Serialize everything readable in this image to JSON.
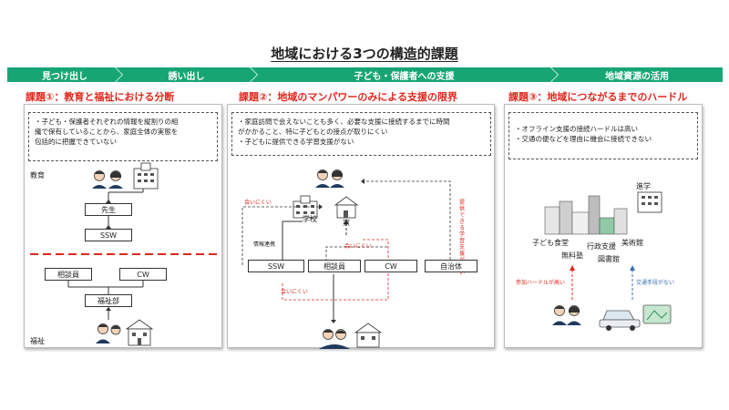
{
  "title": "地域における3つの構造的課題",
  "stages": [
    "見つけ出し",
    "誘い出し",
    "子ども・保護者への支援",
    "地域資源の活用"
  ],
  "issues": [
    "課題①：教育と福祉における分断",
    "課題②：地域のマンパワーのみによる支援の限界",
    "課題③：地域につながるまでのハードル"
  ],
  "notes": {
    "p1": [
      "・子ども・保護者それぞれの情報を縦割りの組",
      "織で保有していることから、家庭全体の実態を",
      "包括的に把握できていない"
    ],
    "p2": [
      "・家庭訪問で会えないことも多く、必要な支援に接続するまでに時間",
      "がかかること、特に子どもとの接点が取りにくい",
      "・子どもに提供できる学習支援がない"
    ],
    "p3": [
      "・オフライン支援の接続ハードルは高い",
      "・交通の便などを理由に機会に接続できない"
    ]
  },
  "panel1": {
    "education": "教育",
    "welfare": "福祉",
    "teacher": "先生",
    "ssw": "SSW",
    "counselor": "相談員",
    "cw": "CW",
    "welfare_dept": "福祉部"
  },
  "panel2": {
    "school": "学校",
    "home": "家",
    "info_link": "情報連携",
    "hard_to_meet": "会いにくい",
    "hard_to_meet_2": "会いにくい",
    "hard_to_meet_3": "会いにくい",
    "cannot_provide": "提供できる学習支援がない",
    "ssw": "SSW",
    "counselor": "相談員",
    "cw": "CW",
    "municipality": "自治体"
  },
  "panel3": {
    "advance": "進学",
    "kids_cafeteria": "子ども食堂",
    "admin_support": "行政支援",
    "museum": "美術館",
    "free_school": "無料塾",
    "library": "図書館",
    "participation_hurdle": "参加ハードルが高い",
    "no_transport": "交通手段がない"
  },
  "colors": {
    "green": "#17a673",
    "red": "#e0271d"
  }
}
